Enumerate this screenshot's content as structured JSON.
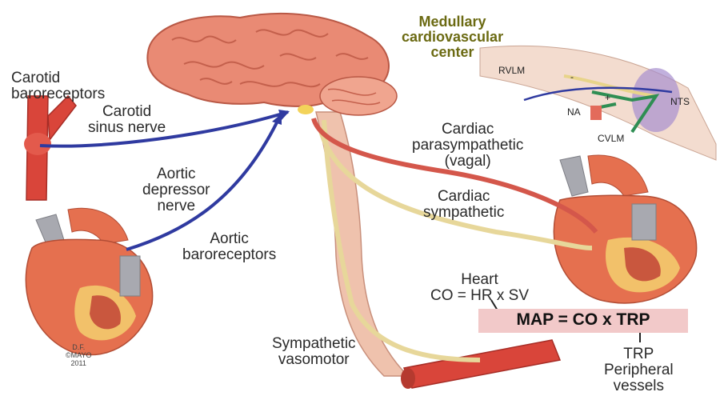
{
  "labels": {
    "carotid_baroreceptors": "Carotid\nbaroreceptors",
    "carotid_sinus_nerve": "Carotid\nsinus nerve",
    "aortic_depressor_nerve": "Aortic\ndepressor\nnerve",
    "aortic_baroreceptors": "Aortic\nbaroreceptors",
    "medullary_center": "Medullary\ncardiovascular\ncenter",
    "rvlm": "RVLM",
    "na": "NA",
    "nts": "NTS",
    "cvlm": "CVLM",
    "cardiac_parasympathetic": "Cardiac\nparasympathetic\n(vagal)",
    "cardiac_sympathetic": "Cardiac\nsympathetic",
    "heart_equation": "Heart\nCO = HR x SV",
    "map_equation": "MAP = CO x TRP",
    "sympathetic_vasomotor": "Sympathetic\nvasomotor",
    "trp_peripheral": "TRP\nPeripheral\nvessels",
    "signature": "D.F.\n©MAYO\n2011",
    "plus": "+",
    "minus": "-"
  },
  "colors": {
    "brain": "#e98a74",
    "brain_fold": "#c4604c",
    "cerebellum": "#f0a58f",
    "spinal_cord": "#efc2ad",
    "sympathetic_nerve": "#e7d79a",
    "vagal_nerve": "#d4574b",
    "afferent_nerve": "#2f3aa0",
    "heart": "#e5704f",
    "heart_vessels": "#a8a9b0",
    "artery": "#d9453a",
    "nts_region": "#a68fcf",
    "medulla_pathway": "#2f8e53",
    "map_highlight": "#f2c9c9",
    "medullary_title": "#6b6a12"
  }
}
